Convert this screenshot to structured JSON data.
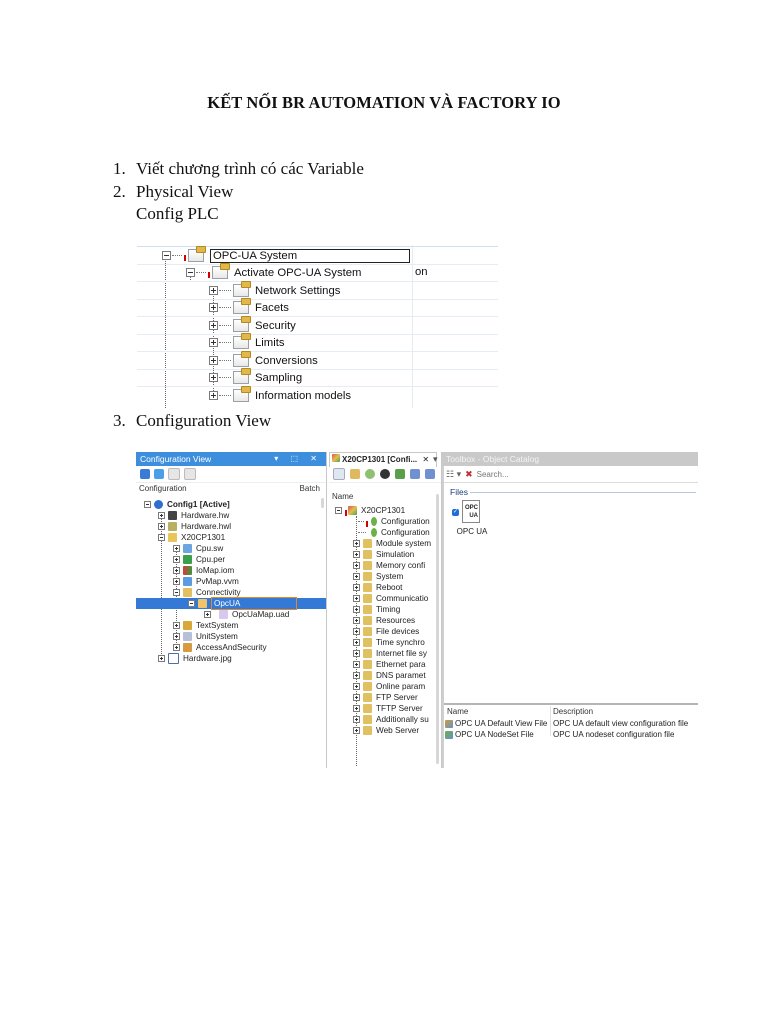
{
  "document": {
    "title": "KẾT NỐI BR AUTOMATION VÀ FACTORY IO",
    "steps": [
      {
        "num": "1.",
        "text": "Viết chương trình có các Variable"
      },
      {
        "num": "2.",
        "text": "Physical View"
      },
      {
        "num": "3.",
        "text": "Configuration View"
      }
    ],
    "substep": "Config PLC"
  },
  "physical_view": {
    "rows": [
      {
        "label": "OPC-UA System",
        "value": "",
        "level": 0,
        "expanded": true,
        "warning": true,
        "selected": true
      },
      {
        "label": "Activate OPC-UA System",
        "value": "on",
        "level": 1,
        "expanded": true,
        "warning": true
      },
      {
        "label": "Network Settings",
        "value": "",
        "level": 2,
        "expanded": false
      },
      {
        "label": "Facets",
        "value": "",
        "level": 2,
        "expanded": false
      },
      {
        "label": "Security",
        "value": "",
        "level": 2,
        "expanded": false
      },
      {
        "label": "Limits",
        "value": "",
        "level": 2,
        "expanded": false
      },
      {
        "label": "Conversions",
        "value": "",
        "level": 2,
        "expanded": false
      },
      {
        "label": "Sampling",
        "value": "",
        "level": 2,
        "expanded": false
      },
      {
        "label": "Information models",
        "value": "",
        "level": 2,
        "expanded": false
      }
    ]
  },
  "config_view": {
    "title": "Configuration View",
    "title_controls": "▾ ⬚ ✕",
    "col_configuration": "Configuration",
    "col_batch": "Batch",
    "items": [
      {
        "label": "Config1 [Active]",
        "bold": true
      },
      {
        "label": "Hardware.hw"
      },
      {
        "label": "Hardware.hwl"
      },
      {
        "label": "X20CP1301"
      },
      {
        "label": "Cpu.sw"
      },
      {
        "label": "Cpu.per"
      },
      {
        "label": "IoMap.iom"
      },
      {
        "label": "PvMap.vvm"
      },
      {
        "label": "Connectivity"
      },
      {
        "label": "OpcUA",
        "selected": true
      },
      {
        "label": "OpcUaMap.uad"
      },
      {
        "label": "TextSystem"
      },
      {
        "label": "UnitSystem"
      },
      {
        "label": "AccessAndSecurity"
      },
      {
        "label": "Hardware.jpg"
      }
    ]
  },
  "device_editor": {
    "tab_label": "X20CP1301 [Confi...",
    "tab_close": "✕",
    "tab_overflow": "▾",
    "col_name": "Name",
    "items": [
      {
        "label": "X20CP1301"
      },
      {
        "label": "Configuration"
      },
      {
        "label": "Configuration"
      },
      {
        "label": "Module system"
      },
      {
        "label": "Simulation"
      },
      {
        "label": "Memory confi"
      },
      {
        "label": "System"
      },
      {
        "label": "Reboot"
      },
      {
        "label": "Communicatio"
      },
      {
        "label": "Timing"
      },
      {
        "label": "Resources"
      },
      {
        "label": "File devices"
      },
      {
        "label": "Time synchro"
      },
      {
        "label": "Internet file sy"
      },
      {
        "label": "Ethernet para"
      },
      {
        "label": "DNS paramet"
      },
      {
        "label": "Online param"
      },
      {
        "label": "FTP Server"
      },
      {
        "label": "TFTP Server"
      },
      {
        "label": "Additionally su"
      },
      {
        "label": "Web Server"
      }
    ]
  },
  "toolbox": {
    "title": "Toolbox - Object Catalog",
    "search_placeholder": "Search...",
    "files_header": "Files",
    "file_tile_label": "OPC UA",
    "file_tile_icon_text": "OPC UA",
    "table_headers": {
      "name": "Name",
      "description": "Description"
    },
    "table_rows": [
      {
        "name": "OPC UA Default View File",
        "description": "OPC UA default view configuration file"
      },
      {
        "name": "OPC UA NodeSet File",
        "description": "OPC UA nodeset configuration file"
      }
    ]
  },
  "colors": {
    "active_title_blue": "#3d8fde",
    "selection_blue": "#3479d6",
    "inactive_title_gray": "#c9c9c9",
    "warning_red": "#d40000",
    "selection_outline_orange": "#e08a2a"
  }
}
